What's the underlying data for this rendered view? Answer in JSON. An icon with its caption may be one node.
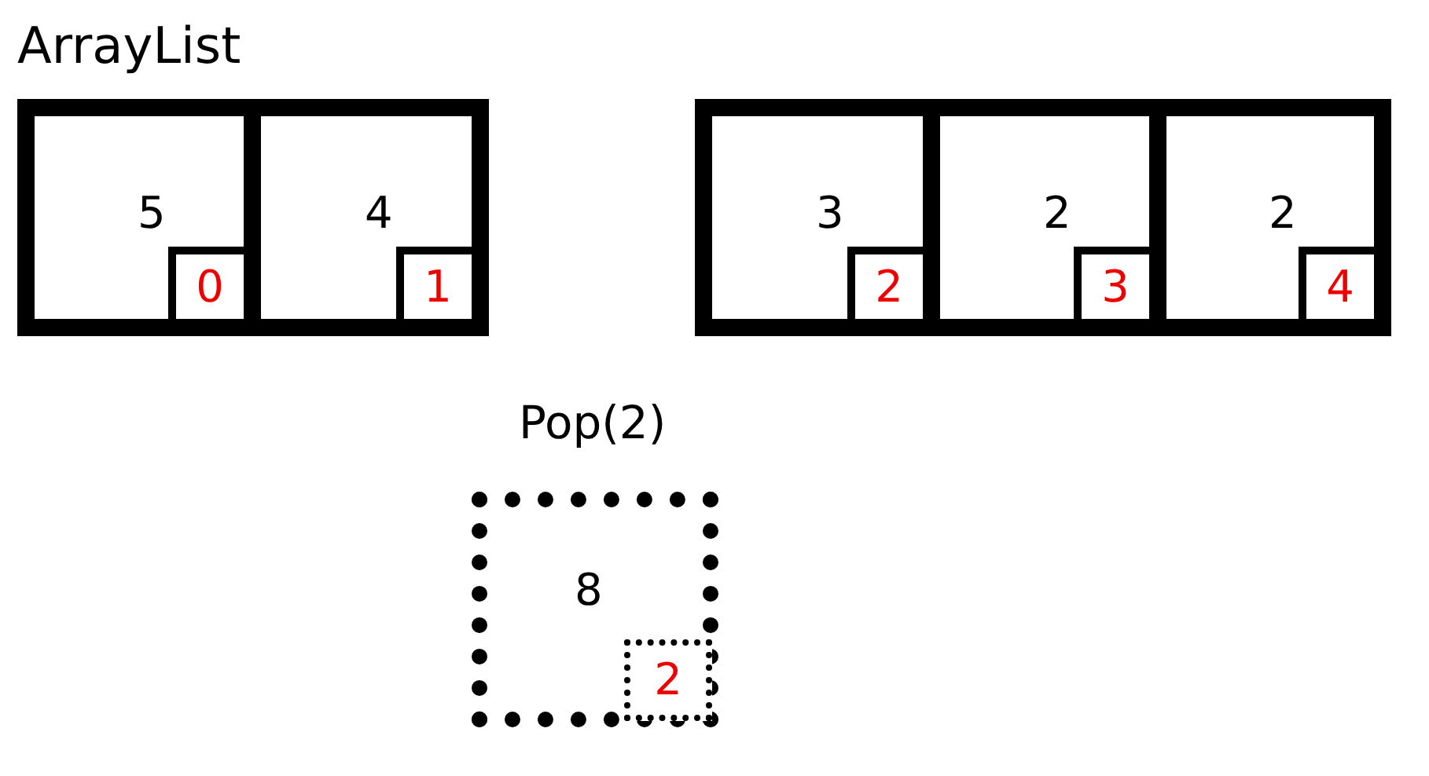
{
  "diagram": {
    "title": "ArrayList",
    "nodes": [
      {
        "text": [],
        "shape": "box"
      },
      {
        "text": [
          "5"
        ],
        "in": 0
      },
      {
        "text": [
          "0"
        ],
        "in": 1
      },
      {
        "text": [
          "4"
        ],
        "in": 0
      },
      {
        "text": [
          "1"
        ],
        "in": 3
      },
      {
        "text": [],
        "shape": "box"
      },
      {
        "text": [
          "3"
        ],
        "in": 5
      },
      {
        "text": [
          "2"
        ],
        "in": 6
      },
      {
        "text": [
          "2"
        ],
        "in": 5
      },
      {
        "text": [
          "3"
        ],
        "in": 8
      },
      {
        "text": [
          "2"
        ],
        "in": 5
      },
      {
        "text": [
          "4"
        ],
        "in": 10
      },
      {
        "text": [
          "8"
        ]
      },
      {
        "text": [
          "2"
        ],
        "in": 12
      }
    ],
    "labels": [
      "Pop(2)"
    ]
  }
}
